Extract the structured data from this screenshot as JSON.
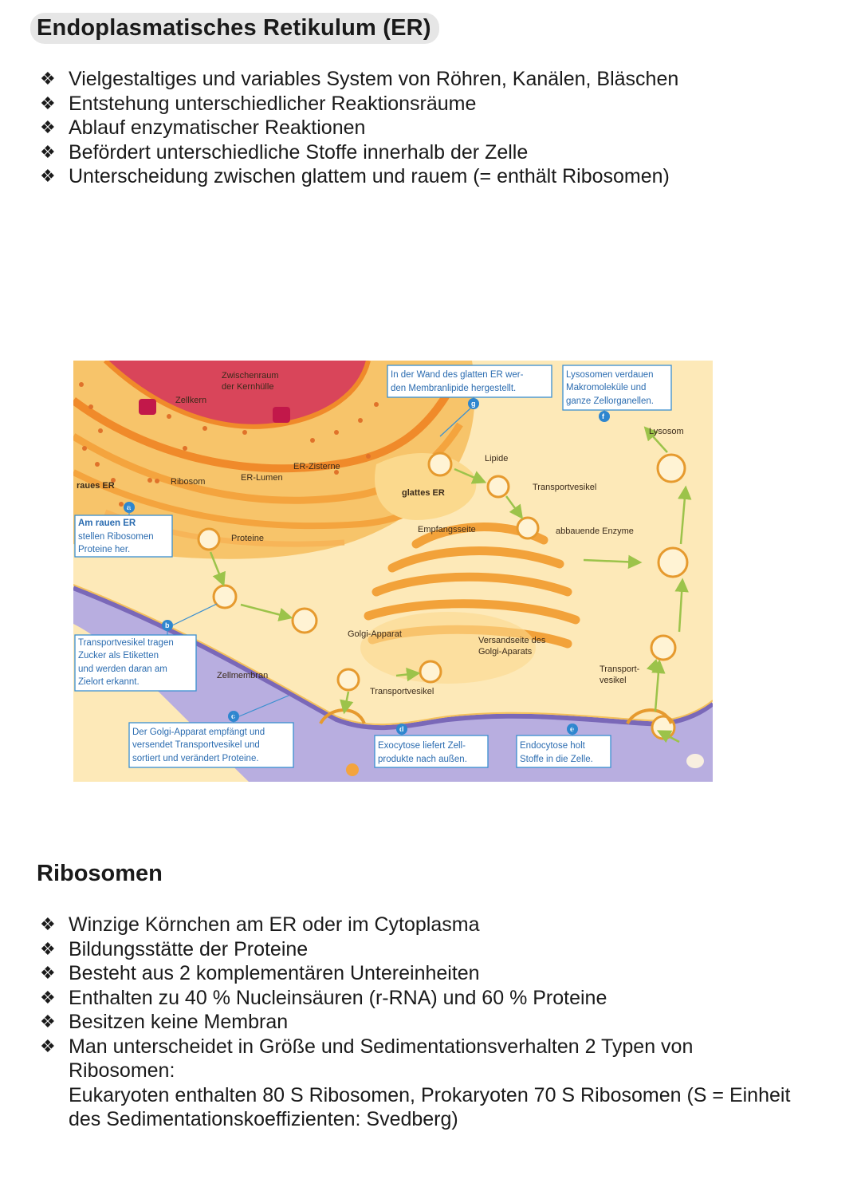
{
  "er_section": {
    "title": "Endoplasmatisches Retikulum (ER)",
    "bullets": [
      "Vielgestaltiges und variables System von Röhren, Kanälen, Bläschen",
      "Entstehung unterschiedlicher Reaktionsräume",
      "Ablauf enzymatischer Reaktionen",
      "Befördert unterschiedliche Stoffe innerhalb der Zelle",
      "Unterscheidung zwischen glattem und rauem (= enthält Ribosomen)"
    ]
  },
  "bullet_symbol": "❖",
  "figure": {
    "labels": {
      "zwischenraum1": "Zwischenraum",
      "zwischenraum2": "der Kernhülle",
      "zellkern": "Zellkern",
      "ribosom": "Ribosom",
      "raues_er": "raues ER",
      "er_lumen": "ER-Lumen",
      "er_zisterne": "ER-Zisterne",
      "glattes_er": "glattes ER",
      "lipide": "Lipide",
      "transportvesikel_top": "Transportvesikel",
      "lysosom": "Lysosom",
      "empfangsseite": "Empfangsseite",
      "abbauende_enzyme": "abbauende Enzyme",
      "proteine": "Proteine",
      "golgi_apparat": "Golgi-Apparat",
      "versandseite1": "Versandseite des",
      "versandseite2": "Golgi-Aparats",
      "transport_vesikel1": "Transport-",
      "transport_vesikel2": "vesikel",
      "zellmembran": "Zellmembran",
      "transportvesikel_bottom": "Transportvesikel"
    },
    "captions": {
      "a": {
        "badge": "a",
        "line1_bold": "Am rauen ER",
        "line2": "stellen Ribosomen",
        "line3": "Proteine her."
      },
      "b": {
        "badge": "b",
        "line1": "Transportvesikel tragen",
        "line2": "Zucker als Etiketten",
        "line3": "und werden daran am",
        "line4": "Zielort erkannt."
      },
      "c": {
        "badge": "c",
        "line1": "Der Golgi-Apparat empfängt und",
        "line2": "versendet Transportvesikel und",
        "line3": "sortiert und verändert Proteine."
      },
      "d": {
        "badge": "d",
        "line1": "Exocytose liefert Zell-",
        "line2": "produkte nach außen."
      },
      "e": {
        "badge": "e",
        "line1": "Endocytose holt",
        "line2": "Stoffe in die Zelle."
      },
      "f": {
        "badge": "f",
        "line1": "Lysosomen verdauen",
        "line2": "Makromoleküle und",
        "line3": "ganze Zellorganellen."
      },
      "g": {
        "badge": "g",
        "line1": "In der Wand des glatten ER wer-",
        "line2": "den Membranlipide hergestellt."
      }
    }
  },
  "ribosomen_section": {
    "title": "Ribosomen",
    "bullets": [
      "Winzige Körnchen am ER oder im Cytoplasma",
      "Bildungsstätte der Proteine",
      "Besteht aus 2 komplementären Untereinheiten",
      "Enthalten zu 40 % Nucleinsäuren (r-RNA) und 60 % Proteine",
      "Besitzen keine Membran"
    ],
    "last_bullet": {
      "line1": "Man unterscheidet in Größe und Sedimentationsverhalten 2 Typen von",
      "line2": "Ribosomen:",
      "line3": "Eukaryoten enthalten 80 S Ribosomen, Prokaryoten 70 S Ribosomen (S = Einheit",
      "line4": "des Sedimentationskoeffizienten: Svedberg)"
    }
  },
  "colors": {
    "cytoplasm": "#fde9b8",
    "nucleus": "#d9455a",
    "er": "#f4a43e",
    "membrane": "#8c7bc4",
    "caption_blue": "#2e86cf",
    "arrow_green": "#9cc34a"
  }
}
